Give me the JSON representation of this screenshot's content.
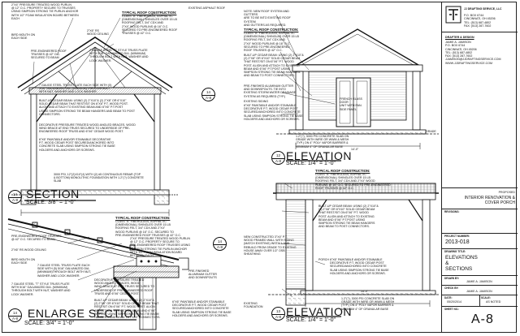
{
  "notes": {
    "purlin_top": "2\"x4\" PRESSURE TREATED WOOD PURLIN\n@ 12\" O.C. PROPERTY SECURE TO TRUSSES\nUSING SIMPSON STRONG TIE PURLIN ANCHOR\nWITH 1/2\" FOAM INSULATION BOARD BETWEEN\nEACH",
    "roof_construction_header": "TYPICAL ROOF CONSTRUCTION:",
    "roof_construction_body": "CLASS \"A\" FIBERGLASS, ASPHALTIC\n(DIMENSIONAL) SHINGLES OVER 15 LB\nROOFING FELT, 3/4\" CDX AND\n2\"x4\" WOOD PURLINS @ 16\" O.C.\nSECURED TO PRE-ENGINEERED ROOF\nTRUSSES @ 42\" O.C.",
    "existing_asphalt_roof": "EXISTING ASPHALT ROOF",
    "bird_mouth_left": "BIRD MOUTH ON\nEACH SIDE",
    "rafter_2x6_left": "2\"x6\" RS\nWOOD CEILING",
    "pre_engineered_left": "PRE-ENGINEERED ROOF\nTRUSSES @ 42\" O.C.\nSECURED TO BEAM",
    "steel_truss_plate": "7 GAUGE STEEL \"T\" STYLE TRUSS PLATE\nWITH 5/16\" GALVANIZED DIA. (MINIMUM)\nTHROUGH BOLT WITH NUT, WASHER AND\nLOCK WASHER.",
    "truss_plate_each_side": "7 GAUGE STEEL TRUSS PLATE EACH SIDE WITH (5)\n5/16\" GALVANIZED DIA. (MINIMUM)THROUGH BOLT\nWITH NUT, WASHER AND LOCK WASHER.",
    "built_up_beam": "BUILT-UP CEDAR BEAM: USING (2) 2\"x10\"& (2) 2\"x8\" OR 6\"x10\"\nSOLID CEDAR BEAM THAT REST/SIT ON 6\"x6\" P.T. WOOD POST.\nALIGN AND ATTACH TO EXISTING BEAM AND 6\"x6\" P.T.POST\nUSING SIMPSON STRONG TIE BEAM HANGERS AND BEAM TO POST\nCONNECTORS.",
    "decorative_trusses": "DECORATIVE PRESSURE TREATED WOOD ANGLED BRACES, WOOD\nWIND BRACE AT END TRUSS SECURED TO UNDERSIDE OF PRE-\nENGINEERED ROOF TRUSS AND 6\"x6\" CEDAR WOOD POST.",
    "post_wrap": "6\"x6\" PAINTABLE AND/OR STAINABLE DECORATIVE\nP.T. WOOD CEDAR POST SECURED/ANCHORED INTO\nCONCRETE SLAB USING SIMPSON STRONG TIE BASE\nHOLDERS AND ANCHORS OR SCREWS.",
    "footing": "3000 PSI, 12\"(2)X10\"(4) WITH (2) #5 CONTINUOUS REBAR (TOP\n& BOTTOM) MONOLITHIC FOUNDATION WITH 1.2\"(?) CONCRETE\nSLAB",
    "elev_note_top": "NOTE: NEW ROOF SYSTEM AND GUTTERS\nARE TO BE INTO EXISTING ROOF SYSTEM\nAND GUTTERS AS REQUIRED.",
    "elev_roof_header": "TYPICAL ROOF CONSTRUCTION:",
    "elev_roof_body": "CLASS \"A\" FIBERGLASS, ASPHALTIC\n(DIMENSIONAL) SHINGLES OVER 15 LB\nROOFING FELT, 3/4\" CDX AND\n2\"x4\" WOOD PURLINS @ 16\" O.C.\nSECURED TO PRE-ENGINEERED\nROOF TRUSSES @ 42\" O.C.",
    "elev_beam": "BUILT-UP CEDAR BEAM: USING (2) 2\"x10\"&\n(2) 2\"x8\" OR 6\"x10\" SOLID CEDAR BEAM\nTHAT REST/SIT ON 6\"x6\" P.T. WOOD\nPOST. ALIGN AND ATTACH TO EXISTING\nBEAM AND 6\"x6\" P.T.POST USING\nSIMPSON STRONG TIE BEAM HANGERS\nAND BEAM TO POST CONNECTORS.",
    "elev_gutter": "PRE-FINISHED ALUMINUM GUTTER\nAND DOWNSPOUTS. TIE INTO\nEXISTING STORM WATER DRAINAGE\nSYSTEM AS REQUIRED (TYP.)",
    "elev_siding": "EXISTING SIDING",
    "elev_post": "6\"x6\" PAINTABLE AND/OR STAINABLE\nDECORATIVE P.T. WOOD CEDAR POST\nSECURED/ANCHORED INTO CONCRETE\nSLAB USING SIMPSON STRONG TIE BASE\nHOLDERS AND ANCHORS OR SCREWS.",
    "elev_door": "FRENCH GLASS DOOR\nUNIT WITH PAN. SIDE PANEL",
    "elev_grade": "GRADE",
    "elev_slab": "1.2\"(?), 3000 PSI CONCRETE SLAB ON\nGRADE WITH WIRE OR WWM & MESH\n(TYP.) ON 4\" POLY VAPOR BARRIER &\nMINIMUM 4\" OF GRANULAR BASE",
    "lower_roof_header": "TYPICAL ROOF CONSTRUCTION:",
    "lower_roof_body": "CLASS \"A\" FIBERGLASS, ASPHALTIC\n(DIMENSIONAL) SHINGLES OVER 15 LB\nROOFING FELT, 3/4\" CDX AND 2\"x4\"\nWOOD PURLINS @ 16\" O.C. SECURED TO\nPRE-ENGINEERED ROOF TRUSSES @ 42\" O.C.",
    "lower_purlin": "2\"x4\" PRESSURE TREATED WOOD PURLIN\n@ 12\" O.C. PROPERTY SECURE TO\nPRE-ENGINEERED ROOF TRUSSES USING\nSIMPSON STRONG TIE PURLIN ANCHOR\nWITH 1/2\" FOAM INSULATION BOARD\nBETWEEN EACH",
    "lower_pre_eng": "PRE-ENGINEERED ROOF TRUSSES\n@ 42\" O.C. SECURED TO BEAM",
    "lower_2x6": "2\"x6\" RS WOOD CEILING",
    "lower_bird": "BIRD MOUTH ON\nEACH SIDE",
    "lower_gauge": "7 GAUGE STEEL TRUSS PLATE EACH\nSIDE WITH (5) 5/16\" GALVANIZED DIA.\n(MINIMUM)THROUGH BOLT WITH NUT,\nWASHER AND LOCK WASHER.",
    "lower_tstyle": "7 GAUGE STEEL \"T\" STYLE TRUSS PLATE\nWITH 5/16\" GALVANIZED DIA. (MINIMUM)\nTHROUGH BOLT WITH NUT, WASHER AND\nLOCK WASHER.",
    "lower_decor": "DECORATIVE PRESSURE TREATED\nWOOD ANGLED BRACES, WOOD\nWIND BRACE AT END TRUSS SECURED TO\nUNDERSIDE OF PRE-ENGINEERED ROOF\nTRUSS AND 6\"x6\" CEDAR POST.",
    "lower_beam": "BUILT-UP CEDAR BEAM: USING (2) 2\"x10\"&\n(2) 2\"x8\" OR 6\"x10\" SOLID CEDAR BEAM THAT\nREST/SIT ON 6\"x6\" P.T. WOOD POST. ALIGN\nAND ATTACH TO EXISTING BEAM AND 6\"x6\"\nP.T.POST USING SIMPSON STRONG TIE BEAM\nHANGERS AND BEAM TO POST CONNECTORS.",
    "lower_post": "6\"x6\" PAINTABLE AND/OR STAINABLE\nDECORATIVE P.T. WOOD CEDAR POST\nSECURED/ANCHORED INTO CONCRETE\nSLAB USING SIMPSON STRONG TIE BASE\nHOLDERS AND ANCHORS OR SCREWS.",
    "lower_gutter": "PRE-FINISHED\nALUMINUM GUTTER\nAND DOWNSPOUTS",
    "el2_roof_header": "TYPICAL ROOF CONSTRUCTION:",
    "el2_roof_body": "CLASS \"A\" FIBERGLASS, ASPHALTIC\n(DIMENSIONAL) SHINGLES OVER 15 LB\nROOFING FELT, 3/4\" CDX AND 2\"x4\" WOOD\nPURLINS @ 16\" O.C. SECURED TO PRE-ENGINEERED\nROOF TRUSSES @ 42\" O.C.",
    "el2_beam": "BUILT-UP CEDAR BEAM: USING (2) 2\"x10\"&\n(2) 2\"x8\" OR 6\"x10\" SOLID CEDAR BEAM\nTHAT REST/SIT ON 6\"x6\" P.T. WOOD\nPOST. ALIGN AND ATTACH TO EXISTING\nBEAM AND 6\"x6\" P.T.POST USING\nSIMPSON STRONG TIE BEAM HANGERS\nAND BEAM TO POST CONNECTORS.",
    "el2_new": "NEW CONSTRUCTED 3\"X4\" P.T.\nWOOD FRAMED WALL WITH SIDING\n(MATCH EXISTING) INSTALL AND\nREBUILD FROM GRADE TO EXISTING\nHOUSE AWAY OVER 1/2\" OSB\nSHEATHING",
    "el2_porch": "PORCH",
    "el2_post": "6\"x6\" PAINTABLE AND/OR STAINABLE\nDECORATIVE P.T. WOOD CEDAR POST\nSECURED/ANCHORED INTO CONCRETE\nSLAB USING SIMPSON STRONG TIE BASE\nHOLDERS AND ANCHORS OR SCREWS.",
    "el2_footing": "EXISTING\nFOUNDATION",
    "el2_slab": "1.2\"(?), 3000 PSI CONCRETE SLAB ON\nGRADE WITH WIRE OR WWM & MESH\n(TYP.) ON 4\" POLY VAPOR BARRIER &\nMINIMUM 4\" OF GRANULAR BASE"
  },
  "views": {
    "section": {
      "title": "SECTION",
      "scale": "SCALE: 3/8\" = 1'-0\"",
      "num": "14",
      "sheet": "A-8"
    },
    "enlarge": {
      "title": "ENLARGE SECTION",
      "scale": "SCALE: 3/4\" = 1'-0\"",
      "num": "14",
      "sheet": "A-8"
    },
    "elevation_top": {
      "title": "ELEVATION",
      "scale": "SCALE: 1/4\" = 1'-0\"",
      "num": "12",
      "sheet": "A-8"
    },
    "elevation_bottom": {
      "title": "ELEVATION",
      "scale": "SCALE: 1/4\" = 1'-0\"",
      "num": "13",
      "sheet": "A-8"
    },
    "section_callout": {
      "num": "14",
      "sheet": "A-8"
    },
    "enlarge_callout": {
      "num": "14",
      "sheet": "A-8"
    }
  },
  "dims": {
    "top_width": "14'-0\"",
    "bottom_width": "14'-0\"",
    "top_height": "9'-0\"",
    "bottom_height": "9'-0\""
  },
  "title_block": {
    "firm": "JJ DRAFTING SERVICE, LLC",
    "firm_address": "P.O. BOX 6744\nCINCINNATI, OH 45206\nTEL: (513) 687-4802\nFAX: (513) 287-7602",
    "drafter_header": "DRAFTER & DESIGN",
    "drafter": "JAMIE A. JAMISON\nP.O. BOX 6744\nCINCINNATI, OH 45206\nTEL: (513) 687-4802\nFAX: (513) 287-7602\nJJAMISON@JJDRAFTINGSERVICE.COM\nWWW.JJDRAFTINGSERVICE.COM",
    "proposed": "PROPOSED",
    "project": "INTERIOR RENOVATION &\nCOVER PORCH",
    "revisions_label": "REVISIONS:",
    "project_number_label": "PROJECT NUMBER:",
    "project_number": "2013-018",
    "drawing_title_label": "DRAWING TITLE:",
    "drawing_title": "ELEVATIONS\n&\nSECTIONS",
    "drawn_by_label": "DRAWN BY:",
    "drawn_by": "JAMIE A. JAMISON",
    "check_by_label": "CHECK BY:",
    "check_by": "JAMIE A. JAMISON",
    "date_label": "DATE:",
    "date": "05/20/2014",
    "scale_label": "SCALE:",
    "scale": "AS NOTED",
    "sheet_label": "SHEET NO.:",
    "sheet": "A-8"
  },
  "colors": {
    "line": "#111111",
    "hatch": "#555555",
    "shade": "#cfcfcf"
  }
}
